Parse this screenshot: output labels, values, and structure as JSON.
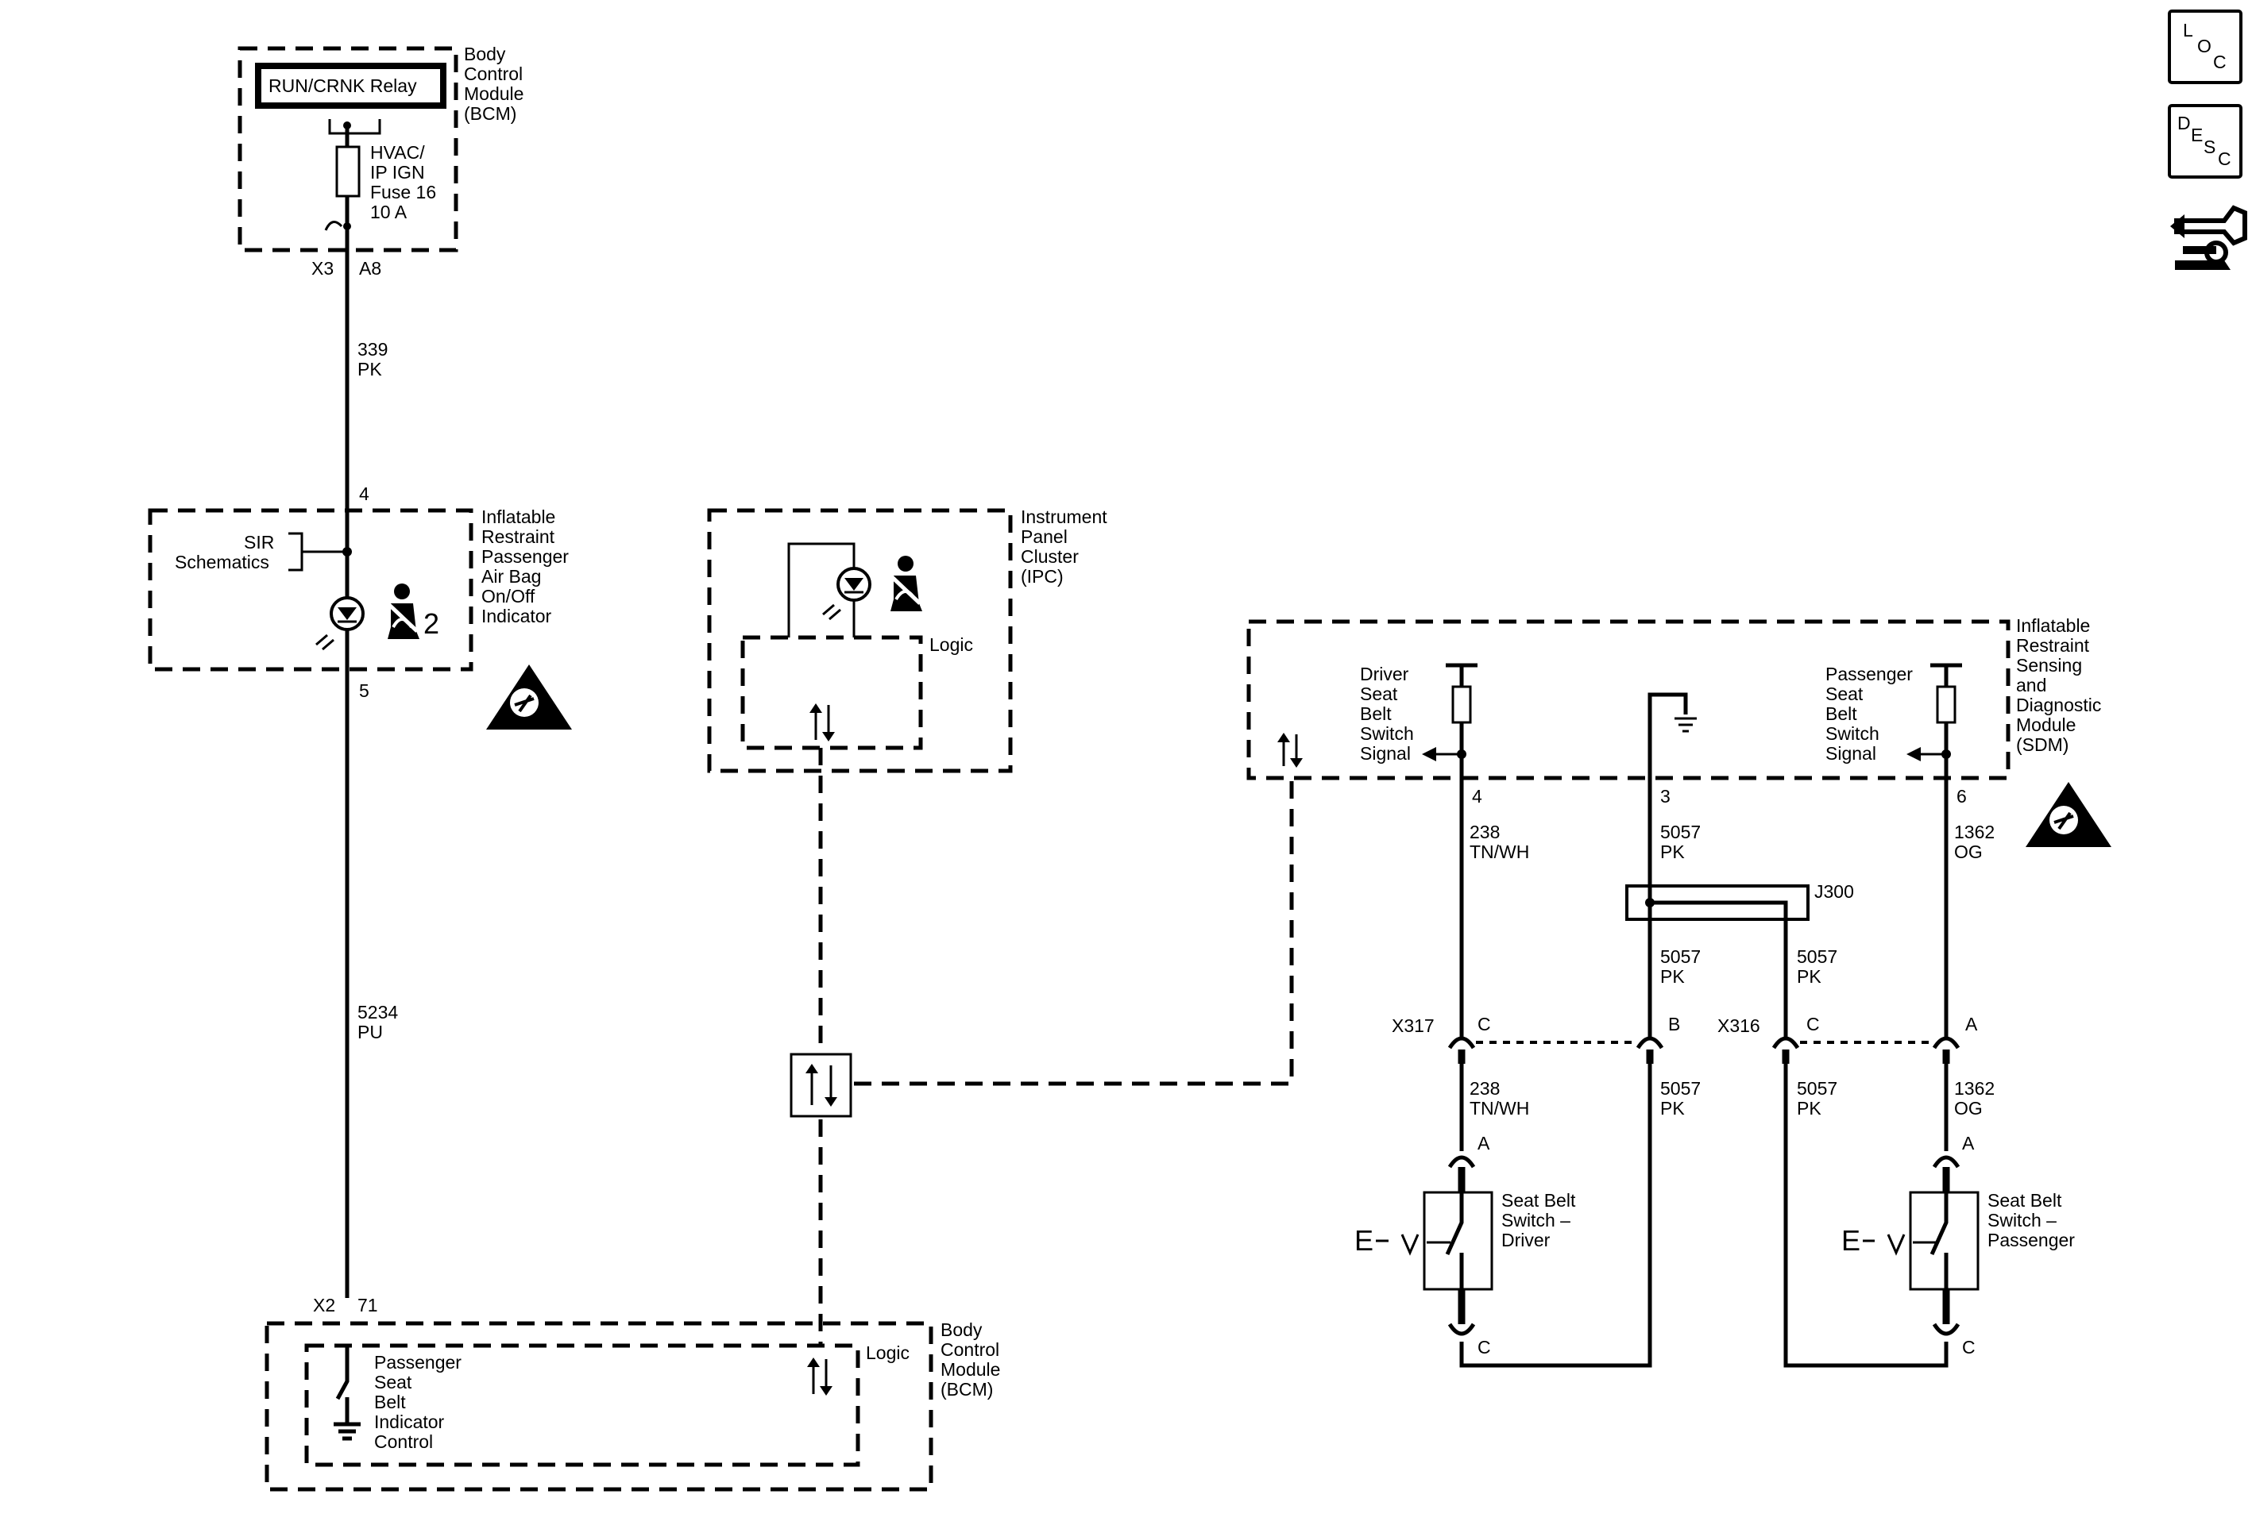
{
  "bcm_top": {
    "relay": "RUN/CRNK Relay",
    "title": [
      "Body",
      "Control",
      "Module",
      "(BCM)"
    ],
    "fuse": [
      "HVAC/",
      "IP IGN",
      "Fuse 16",
      "10 A"
    ],
    "connector": "X3",
    "pin": "A8"
  },
  "wire_339": {
    "circuit": "339",
    "color": "PK"
  },
  "airbag_indicator": {
    "pin_in": "4",
    "pin_out": "5",
    "sir_label": [
      "SIR",
      "Schematics"
    ],
    "title": [
      "Inflatable",
      "Restraint",
      "Passenger",
      "Air Bag",
      "On/Off",
      "Indicator"
    ],
    "symbol_number": "2"
  },
  "wire_5234": {
    "circuit": "5234",
    "color": "PU"
  },
  "bcm_bottom": {
    "connector": "X2",
    "pin": "71",
    "title": [
      "Body",
      "Control",
      "Module",
      "(BCM)"
    ],
    "logic": "Logic",
    "control": [
      "Passenger",
      "Seat",
      "Belt",
      "Indicator",
      "Control"
    ]
  },
  "ipc": {
    "title": [
      "Instrument",
      "Panel",
      "Cluster",
      "(IPC)"
    ],
    "logic": "Logic"
  },
  "sdm": {
    "title": [
      "Inflatable",
      "Restraint",
      "Sensing",
      "and",
      "Diagnostic",
      "Module",
      "(SDM)"
    ],
    "driver_signal": [
      "Driver",
      "Seat",
      "Belt",
      "Switch",
      "Signal"
    ],
    "passenger_signal": [
      "Passenger",
      "Seat",
      "Belt",
      "Switch",
      "Signal"
    ],
    "pin_driver": "4",
    "pin_ground": "3",
    "pin_passenger": "6"
  },
  "wires": {
    "w238_a": {
      "circuit": "238",
      "color": "TN/WH"
    },
    "w5057_a": {
      "circuit": "5057",
      "color": "PK"
    },
    "w1362_a": {
      "circuit": "1362",
      "color": "OG"
    },
    "splice": "J300",
    "w5057_b": {
      "circuit": "5057",
      "color": "PK"
    },
    "w5057_c": {
      "circuit": "5057",
      "color": "PK"
    },
    "w238_b": {
      "circuit": "238",
      "color": "TN/WH"
    },
    "w5057_d": {
      "circuit": "5057",
      "color": "PK"
    },
    "w5057_e": {
      "circuit": "5057",
      "color": "PK"
    },
    "w1362_b": {
      "circuit": "1362",
      "color": "OG"
    }
  },
  "connectors": {
    "x317": "X317",
    "x317_pin_c": "C",
    "x317_pin_b": "B",
    "x316": "X316",
    "x316_pin_c": "C",
    "x316_pin_a": "A"
  },
  "switch_driver": {
    "title": [
      "Seat Belt",
      "Switch –",
      "Driver"
    ],
    "pin_top": "A",
    "pin_bottom": "C",
    "e_label": "E"
  },
  "switch_passenger": {
    "title": [
      "Seat Belt",
      "Switch –",
      "Passenger"
    ],
    "pin_top": "A",
    "pin_bottom": "C",
    "e_label": "E"
  },
  "sidebar": {
    "loc": [
      "L",
      "O",
      "C"
    ],
    "desc": [
      "D",
      "E",
      "S",
      "C"
    ]
  }
}
